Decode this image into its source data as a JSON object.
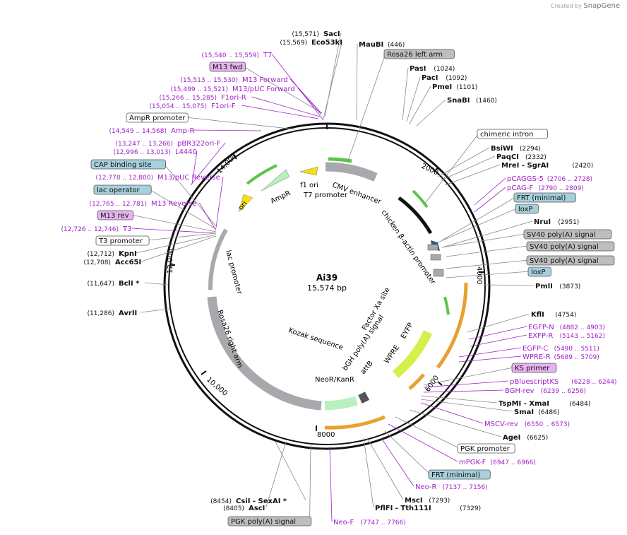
{
  "app": {
    "brand_prefix": "Created by",
    "brand_name": "SnapGene"
  },
  "map": {
    "name": "Ai39",
    "length_label": "15,574 bp",
    "total_bp": 15574,
    "ticks": [
      "2000",
      "4000",
      "6000",
      "8000",
      "10,000",
      "12,000",
      "14,000"
    ]
  },
  "labels_right": [
    {
      "name": "MauBI",
      "pos": "(446)",
      "bold": true
    },
    {
      "name": "Rosa26 left arm",
      "boxed": "gray"
    },
    {
      "name": "PasI",
      "pos": "(1024)",
      "bold": true
    },
    {
      "name": "PacI",
      "pos": "(1092)",
      "bold": true
    },
    {
      "name": "PmeI",
      "pos": "(1101)",
      "bold": true
    },
    {
      "name": "SnaBI",
      "pos": "(1460)",
      "bold": true
    },
    {
      "name": "chimeric intron",
      "boxed": "white"
    },
    {
      "name": "BsiWI",
      "pos": "(2294)",
      "bold": true
    },
    {
      "name": "PaqCI",
      "pos": "(2332)",
      "bold": true
    },
    {
      "name": "MreI  -  SgrAI",
      "pos": "(2420)",
      "bold": true
    },
    {
      "name": "pCAGGS-5",
      "pos": "(2706 .. 2728)",
      "primer": true
    },
    {
      "name": "pCAG-F",
      "pos": "(2790 .. 2809)",
      "primer": true
    },
    {
      "name": "FRT (minimal)",
      "boxed": "blue"
    },
    {
      "name": "loxP",
      "boxed": "blue"
    },
    {
      "name": "NruI",
      "pos": "(2951)",
      "bold": true
    },
    {
      "name": "SV40 poly(A) signal",
      "boxed": "gray"
    },
    {
      "name": "SV40 poly(A) signal",
      "boxed": "gray"
    },
    {
      "name": "SV40 poly(A) signal",
      "boxed": "gray"
    },
    {
      "name": "loxP",
      "boxed": "blue"
    },
    {
      "name": "PmlI",
      "pos": "(3873)",
      "bold": true
    },
    {
      "name": "KflI",
      "pos": "(4754)",
      "bold": true
    },
    {
      "name": "EGFP-N",
      "pos": "(4882 .. 4903)",
      "primer": true
    },
    {
      "name": "EXFP-R",
      "pos": "(5143 .. 5162)",
      "primer": true
    },
    {
      "name": "EGFP-C",
      "pos": "(5490 .. 5511)",
      "primer": true
    },
    {
      "name": "WPRE-R",
      "pos": "(5689 .. 5709)",
      "primer": true
    },
    {
      "name": "KS primer",
      "boxed": "purple"
    },
    {
      "name": "pBluescriptKS",
      "pos": "(6228 .. 6244)",
      "primer": true
    },
    {
      "name": "BGH-rev",
      "pos": "(6239 .. 6256)",
      "primer": true
    },
    {
      "name": "TspMI  -  XmaI",
      "pos": "(6484)",
      "bold": true
    },
    {
      "name": "SmaI",
      "pos": "(6486)",
      "bold": true
    },
    {
      "name": "MSCV-rev",
      "pos": "(6550 .. 6573)",
      "primer": true
    },
    {
      "name": "AgeI",
      "pos": "(6625)",
      "bold": true
    },
    {
      "name": "PGK promoter",
      "boxed": "white"
    },
    {
      "name": "mPGK-F",
      "pos": "(6947 .. 6966)",
      "primer": true
    },
    {
      "name": "FRT (minimal)",
      "boxed": "blue"
    },
    {
      "name": "Neo-R",
      "pos": "(7137 .. 7156)",
      "primer": true
    },
    {
      "name": "MscI",
      "pos": "(7293)",
      "bold": true
    },
    {
      "name": "PflFI  -  Tth111I",
      "pos": "(7329)",
      "bold": true
    },
    {
      "name": "Neo-F",
      "pos": "(7747 .. 7766)",
      "primer": true
    }
  ],
  "labels_left": [
    {
      "name": "SacI",
      "pos": "(15,571)",
      "bold": true
    },
    {
      "name": "Eco53kI",
      "pos": "(15,569)",
      "bold": true
    },
    {
      "name": "T7",
      "pos": "(15,540 .. 15,559)",
      "primer": true
    },
    {
      "name": "M13 fwd",
      "boxed": "purple"
    },
    {
      "name": "M13 Forward",
      "pos": "(15,513 .. 15,530)",
      "primer": true
    },
    {
      "name": "M13/pUC Forward",
      "pos": "(15,499 .. 15,521)",
      "primer": true
    },
    {
      "name": "F1ori-R",
      "pos": "(15,266 .. 15,285)",
      "primer": true
    },
    {
      "name": "F1ori-F",
      "pos": "(15,054 .. 15,075)",
      "primer": true
    },
    {
      "name": "AmpR promoter",
      "boxed": "white"
    },
    {
      "name": "Amp-R",
      "pos": "(14,549 .. 14,568)",
      "primer": true
    },
    {
      "name": "pBR322ori-F",
      "pos": "(13,247 .. 13,266)",
      "primer": true
    },
    {
      "name": "L4440",
      "pos": "(12,996 .. 13,013)",
      "primer": true
    },
    {
      "name": "CAP binding site",
      "boxed": "blue"
    },
    {
      "name": "M13/pUC Reverse",
      "pos": "(12,778 .. 12,800)",
      "primer": true
    },
    {
      "name": "lac operator",
      "boxed": "blue"
    },
    {
      "name": "M13 Reverse",
      "pos": "(12,765 .. 12,781)",
      "primer": true
    },
    {
      "name": "M13 rev",
      "boxed": "purple"
    },
    {
      "name": "T3",
      "pos": "(12,726 .. 12,746)",
      "primer": true
    },
    {
      "name": "T3 promoter",
      "boxed": "white"
    },
    {
      "name": "KpnI",
      "pos": "(12,712)",
      "bold": true
    },
    {
      "name": "Acc65I",
      "pos": "(12,708)",
      "bold": true
    },
    {
      "name": "BclI *",
      "pos": "(11,647)",
      "bold": true
    },
    {
      "name": "AvrII",
      "pos": "(11,286)",
      "bold": true
    },
    {
      "name": "CsiI  -  SexAI *",
      "pos": "(8454)",
      "bold": true
    },
    {
      "name": "AscI",
      "pos": "(8405)",
      "bold": true
    },
    {
      "name": "PGK poly(A) signal",
      "boxed": "gray"
    }
  ],
  "features_inner": [
    "f1 ori",
    "T7 promoter",
    "CMV enhancer",
    "chicken β-actin promoter",
    "AmpR",
    "ori",
    "lac promoter",
    "Rosa26 right arm",
    "Kozak sequence",
    "Factor Xa site",
    "EYFP",
    "bGH poly(A) signal",
    "WPRE",
    "attB",
    "NeoR/KanR"
  ],
  "colors": {
    "primer": "#a020c8",
    "gray_box": "#bcbec0",
    "blue_box": "#a6d0dc",
    "purple_box": "#e6b3f0",
    "ring": "#111111"
  }
}
